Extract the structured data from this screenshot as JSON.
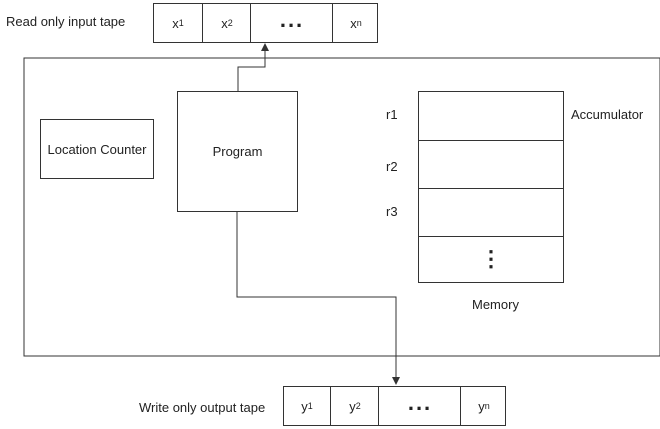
{
  "input_tape": {
    "label": "Read only input tape",
    "cells": [
      {
        "base": "x",
        "sub": "1"
      },
      {
        "base": "x",
        "sub": "2"
      },
      {
        "base": "...",
        "sub": ""
      },
      {
        "base": "x",
        "sub": "n"
      }
    ]
  },
  "output_tape": {
    "label": "Write only output tape",
    "cells": [
      {
        "base": "y",
        "sub": "1"
      },
      {
        "base": "y",
        "sub": "2"
      },
      {
        "base": "...",
        "sub": ""
      },
      {
        "base": "y",
        "sub": "n"
      }
    ]
  },
  "location_counter": {
    "label": "Location Counter"
  },
  "program": {
    "label": "Program"
  },
  "memory": {
    "label": "Memory",
    "registers": [
      "r1",
      "r2",
      "r3"
    ],
    "ellipsis": "⋮",
    "accumulator_label": "Accumulator"
  },
  "colors": {
    "stroke": "#333333",
    "text": "#222222",
    "background": "#ffffff"
  }
}
